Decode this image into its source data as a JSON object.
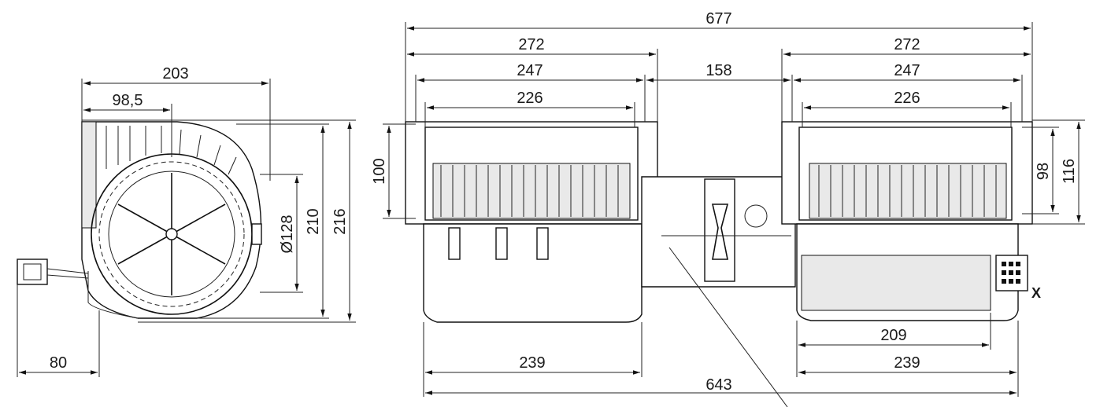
{
  "side_view": {
    "dim_width": "203",
    "dim_offset": "98,5",
    "dim_diameter": "Ø128",
    "dim_height_inner": "210",
    "dim_height_outer": "216",
    "dim_cable": "80"
  },
  "front_view": {
    "dim_total": "677",
    "dim_left_272": "272",
    "dim_right_272": "272",
    "dim_left_247": "247",
    "dim_center": "158",
    "dim_right_247": "247",
    "dim_left_226": "226",
    "dim_right_226": "226",
    "dim_left_100": "100",
    "dim_right_98": "98",
    "dim_right_116": "116",
    "dim_209": "209",
    "dim_left_239": "239",
    "dim_right_239": "239",
    "dim_643": "643",
    "connector_label": "X"
  }
}
